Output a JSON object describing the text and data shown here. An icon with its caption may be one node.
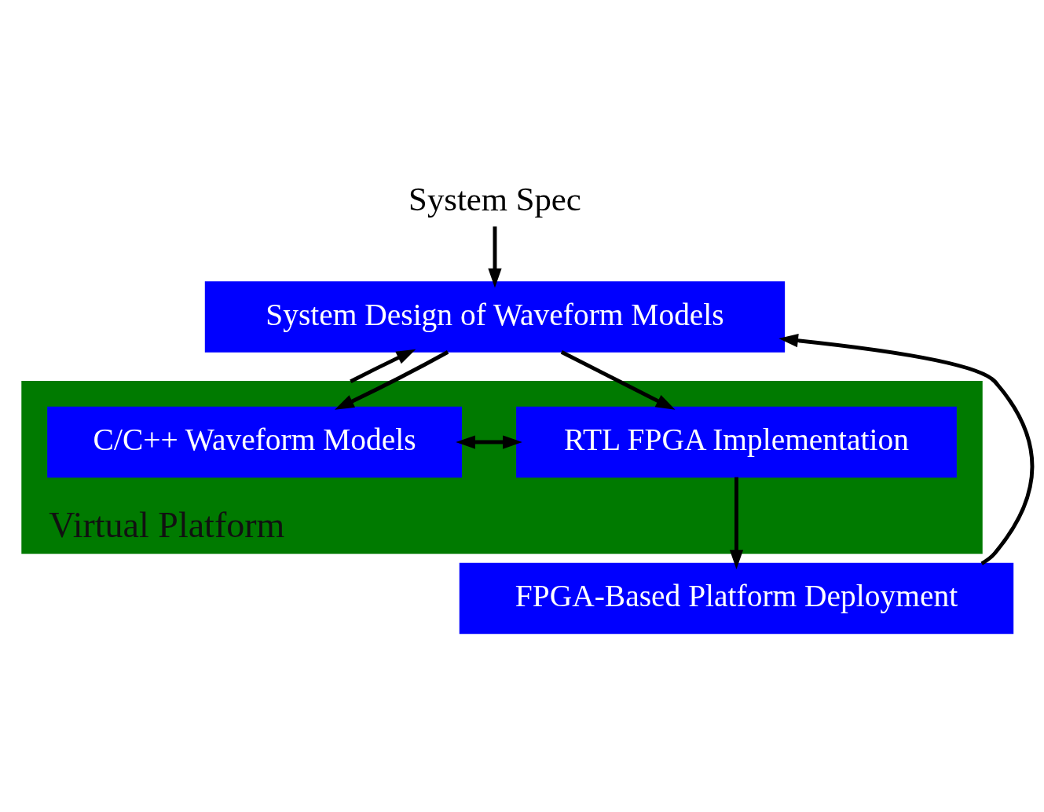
{
  "diagram": {
    "nodes": [
      {
        "text": [
          "System Spec"
        ]
      },
      {
        "text": [
          "System Design of Waveform Models"
        ]
      },
      {
        "text": [
          "Virtual Platform"
        ]
      },
      {
        "text": [
          "C/C++ Waveform Models"
        ],
        "in": 2
      },
      {
        "text": [
          "RTL FPGA Implementation"
        ],
        "in": 2
      },
      {
        "text": [
          "FPGA-Based Platform Deployment"
        ]
      }
    ],
    "edges": [
      {
        "from": 0,
        "to": 1,
        "arrow": "to"
      },
      {
        "from": 1,
        "to": 3,
        "arrow": "to"
      },
      {
        "from": 1,
        "to": 4,
        "arrow": "to"
      },
      {
        "from": 3,
        "to": 4,
        "arrow": "both"
      },
      {
        "from": 4,
        "to": 5,
        "arrow": "to"
      },
      {
        "from": 2,
        "to": 1,
        "arrow": "to"
      },
      {
        "from": 5,
        "to": 1,
        "arrow": "to"
      }
    ]
  }
}
